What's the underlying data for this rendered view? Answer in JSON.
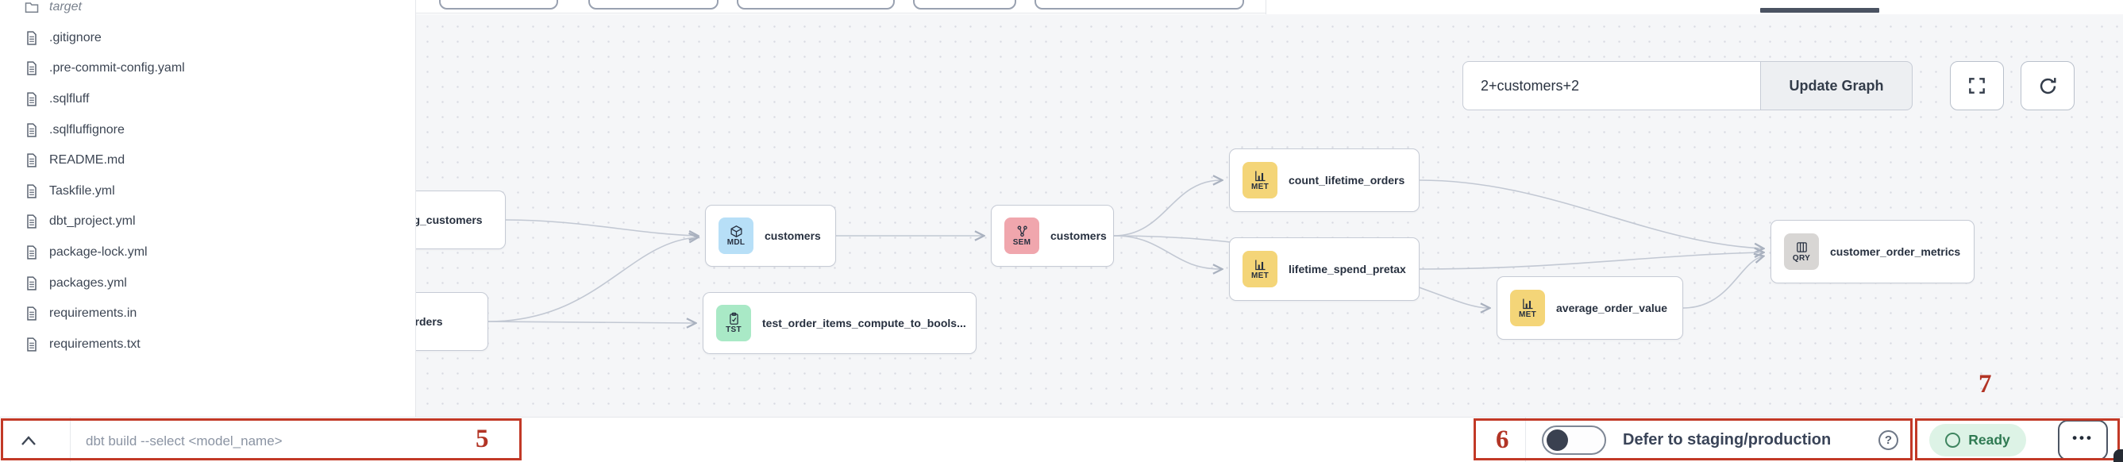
{
  "file_explorer": {
    "items": [
      {
        "name": "target",
        "kind": "folder",
        "muted": true
      },
      {
        "name": ".gitignore",
        "kind": "file"
      },
      {
        "name": ".pre-commit-config.yaml",
        "kind": "file"
      },
      {
        "name": ".sqlfluff",
        "kind": "file"
      },
      {
        "name": ".sqlfluffignore",
        "kind": "file"
      },
      {
        "name": "README.md",
        "kind": "file"
      },
      {
        "name": "Taskfile.yml",
        "kind": "file"
      },
      {
        "name": "dbt_project.yml",
        "kind": "file"
      },
      {
        "name": "package-lock.yml",
        "kind": "file"
      },
      {
        "name": "packages.yml",
        "kind": "file"
      },
      {
        "name": "requirements.in",
        "kind": "file"
      },
      {
        "name": "requirements.txt",
        "kind": "file"
      }
    ]
  },
  "lineage": {
    "selector_input": "2+customers+2",
    "update_button_label": "Update Graph",
    "nodes": [
      {
        "id": "stg_customers",
        "label": "stg_customers",
        "badge": null
      },
      {
        "id": "orders",
        "label": "orders",
        "badge": null
      },
      {
        "id": "customers_model",
        "label": "customers",
        "badge": "MDL"
      },
      {
        "id": "test_order_items",
        "label": "test_order_items_compute_to_bools...",
        "badge": "TST"
      },
      {
        "id": "customers_semantic",
        "label": "customers",
        "badge": "SEM"
      },
      {
        "id": "count_lifetime_orders",
        "label": "count_lifetime_orders",
        "badge": "MET"
      },
      {
        "id": "lifetime_spend_pretax",
        "label": "lifetime_spend_pretax",
        "badge": "MET"
      },
      {
        "id": "average_order_value",
        "label": "average_order_value",
        "badge": "MET"
      },
      {
        "id": "customer_order_metrics",
        "label": "customer_order_metrics",
        "badge": "QRY"
      }
    ],
    "edges": [
      [
        "stg_customers",
        "customers_model"
      ],
      [
        "orders",
        "customers_model"
      ],
      [
        "orders",
        "test_order_items"
      ],
      [
        "customers_model",
        "customers_semantic"
      ],
      [
        "customers_semantic",
        "count_lifetime_orders"
      ],
      [
        "customers_semantic",
        "lifetime_spend_pretax"
      ],
      [
        "customers_semantic",
        "average_order_value"
      ],
      [
        "count_lifetime_orders",
        "customer_order_metrics"
      ],
      [
        "lifetime_spend_pretax",
        "customer_order_metrics"
      ],
      [
        "average_order_value",
        "customer_order_metrics"
      ]
    ],
    "badge_colors": {
      "MDL": "#b7dff7",
      "SEM": "#f0a6ad",
      "MET": "#f4d578",
      "TST": "#a9e9c6",
      "QRY": "#d8d6d4"
    }
  },
  "command_bar": {
    "placeholder": "dbt build --select <model_name>"
  },
  "defer_toggle": {
    "label": "Defer to staging/production",
    "state": "off"
  },
  "status": {
    "label": "Ready"
  },
  "annotations": {
    "n5": "5",
    "n6": "6",
    "n7": "7",
    "color": "#b23425"
  }
}
